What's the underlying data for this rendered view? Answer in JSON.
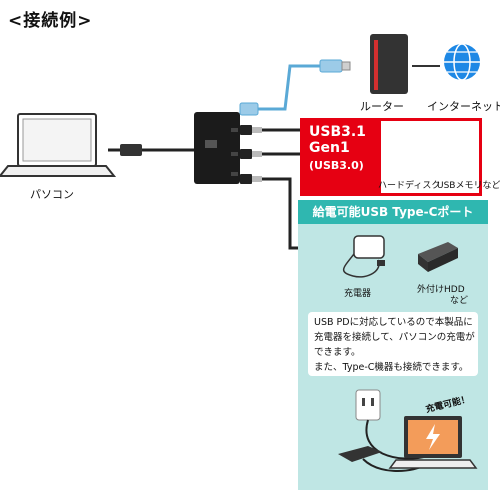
{
  "title": "<接続例>",
  "devices": {
    "pc": "パソコン",
    "router": "ルーター",
    "internet": "インターネット",
    "hdd": "ハードディスク",
    "usb_memory": "USBメモリなど",
    "charger": "充電器",
    "external_hdd_line1": "外付けHDD",
    "external_hdd_line2": "など"
  },
  "usb_spec": {
    "line1": "USB3.1",
    "line2": "Gen1",
    "line3": "(USB3.0)"
  },
  "panel": {
    "heading": "給電可能USB Type-Cポート",
    "notice": [
      "USB PDに対応しているので本製品に",
      "充電器を接続して、パソコンの充電が",
      "できます。",
      "また、Type-C機器も接続できます。"
    ],
    "charge_badge": "充電可能！"
  },
  "colors": {
    "accent_red": "#e60012",
    "panel_bg": "#bfe6e4",
    "panel_head": "#2fb7b0",
    "cable_blue": "#5aa9d6",
    "internet_blue": "#1e88e5"
  },
  "icons": [
    "laptop-icon",
    "hub-adapter-icon",
    "router-icon",
    "globe-icon",
    "hdd-icon",
    "usb-stick-icon",
    "charger-icon",
    "external-hdd-icon",
    "charging-laptop-icon",
    "power-outlet-icon",
    "lightning-icon"
  ]
}
